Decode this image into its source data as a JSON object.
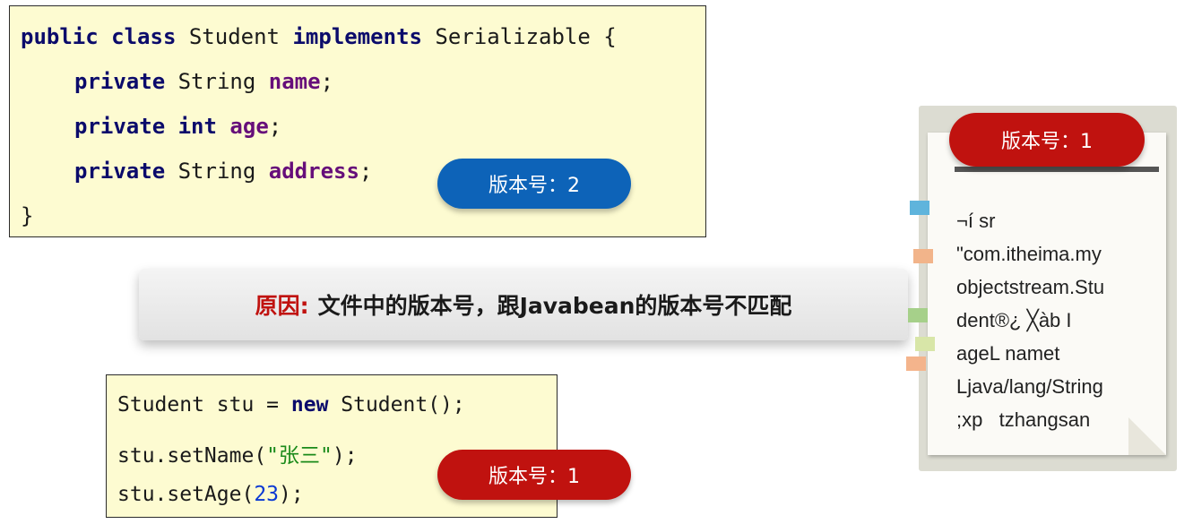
{
  "class_code": {
    "line1": {
      "kw1": "public",
      "kw2": "class",
      "name": "Student",
      "kw3": "implements",
      "iface": "Serializable",
      "brace": "{"
    },
    "line2": {
      "kw": "private",
      "type": "String",
      "field": "name",
      "end": ";"
    },
    "line3": {
      "kw": "private",
      "type": "int",
      "field": "age",
      "end": ";"
    },
    "line4": {
      "kw": "private",
      "type": "String",
      "field": "address",
      "end": ";"
    },
    "line5": "}"
  },
  "version_badge_top": "版本号：2",
  "reason": {
    "label": "原因:",
    "text": "文件中的版本号，跟Javabean的版本号不匹配"
  },
  "usage_code": {
    "line1": {
      "a": "Student stu = ",
      "kw": "new",
      "b": " Student();"
    },
    "line2": {
      "a": "stu.setName(",
      "str": "\"张三\"",
      "b": ");"
    },
    "line3": {
      "a": "stu.setAge(",
      "num": "23",
      "b": ");"
    }
  },
  "version_badge_bottom": "版本号：1",
  "note": {
    "badge": "版本号：1",
    "lines": [
      "¬í sr",
      "\"com.itheima.my",
      "objectstream.Stu",
      "dent®¿ ╳àb I",
      "ageL namet",
      "Ljava/lang/String",
      ";xp   tzhangsan"
    ]
  },
  "colors": {
    "blue_badge": "#0d63b8",
    "red_badge": "#c0120f",
    "code_bg": "#fdfbd1"
  }
}
